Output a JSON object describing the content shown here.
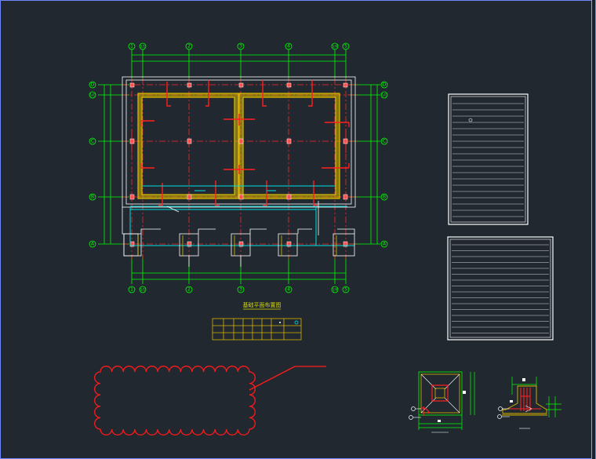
{
  "drawing": {
    "plan_title": "基础平面布置图",
    "colors": {
      "background": "#212830",
      "axis": "#00ff00",
      "wall": "#e0c000",
      "dimension": "#00ff00",
      "rebar": "#ff0000",
      "cyan_line": "#00e0e0",
      "white_line": "#ffffff",
      "frame": "#6f86ff",
      "revision_cloud": "#ff0000"
    },
    "axes_top": [
      "1",
      "1/1",
      "2",
      "3",
      "4",
      "1/4",
      "5"
    ],
    "axes_bottom": [
      "1",
      "1/1",
      "2",
      "3",
      "4",
      "1/4",
      "5"
    ],
    "axes_left": [
      "D",
      "1/C",
      "C",
      "B",
      "A"
    ],
    "axes_right": [
      "D",
      "1/C",
      "C",
      "B",
      "A"
    ],
    "table": {
      "columns": 8,
      "rows": 3
    },
    "callout_text": "",
    "details": [
      "foundation-plan-detail",
      "foundation-section-detail"
    ]
  }
}
